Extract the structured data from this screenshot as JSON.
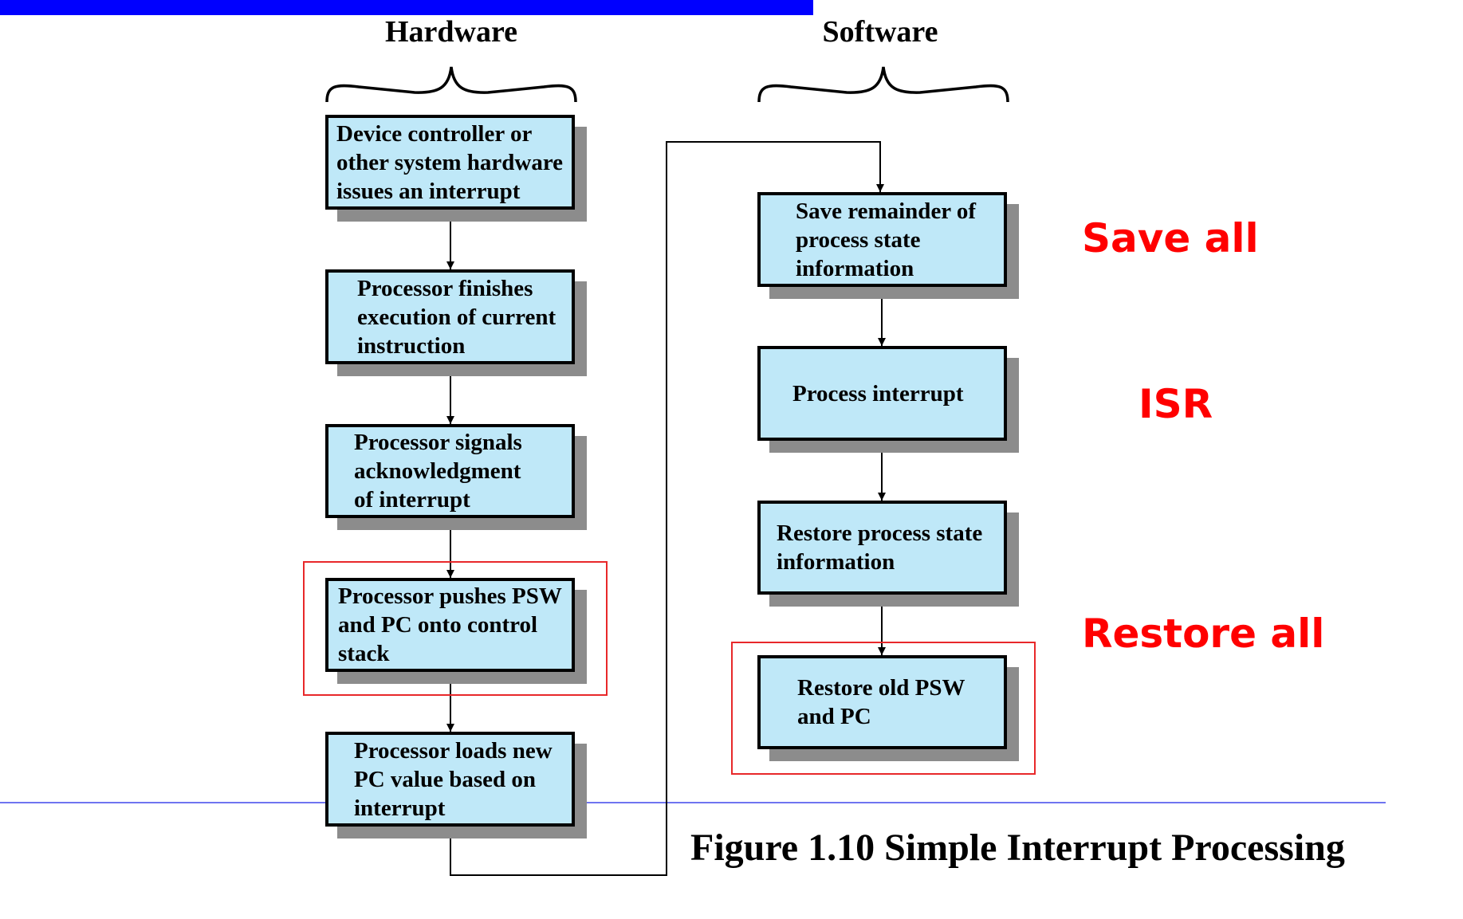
{
  "colors": {
    "top_bar": "#0000ff",
    "rule": "#6f74f0",
    "box_fill": "#bfe8f8",
    "highlight": "#e8282a",
    "side_label": "#ff0000"
  },
  "columns": {
    "hardware": "Hardware",
    "software": "Software"
  },
  "hardware_steps": [
    "Device controller or\nother system hardware\nissues an interrupt",
    "Processor finishes\nexecution of current\ninstruction",
    "Processor signals\nacknowledgment\nof interrupt",
    "Processor pushes PSW\nand PC onto control\nstack",
    "Processor loads new\nPC value based on\ninterrupt"
  ],
  "software_steps": [
    "Save remainder of\nprocess state\ninformation",
    "Process interrupt",
    "Restore process state\ninformation",
    "Restore old PSW\nand PC"
  ],
  "side_labels": {
    "save_all": "Save all",
    "isr": "ISR",
    "restore_all": "Restore all"
  },
  "caption": "Figure 1.10 Simple Interrupt Processing"
}
